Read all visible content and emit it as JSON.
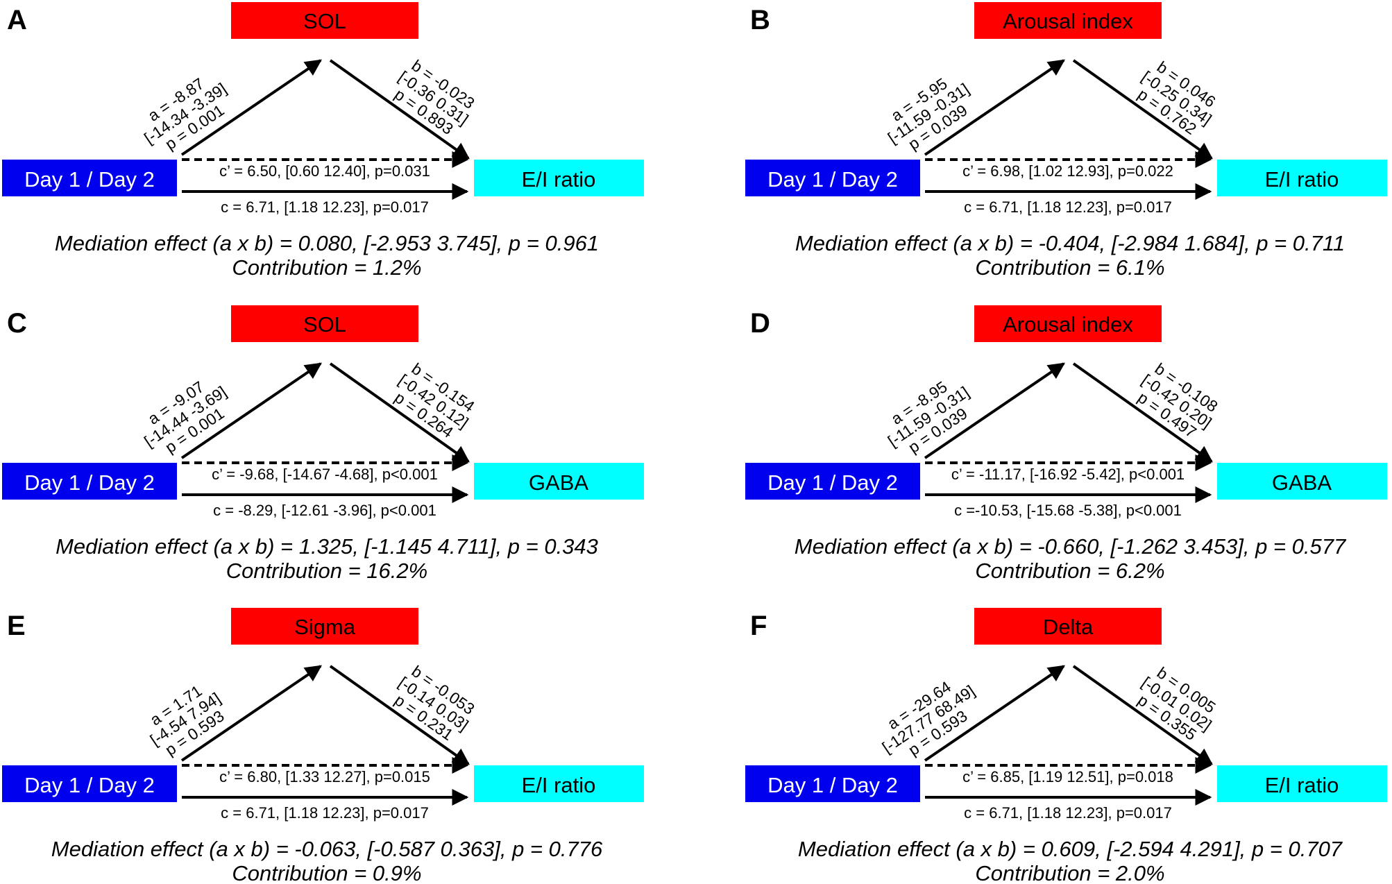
{
  "panels": [
    {
      "letter": "A",
      "mediator": "SOL",
      "x_label": "Day 1 / Day 2",
      "y_label": "E/I ratio",
      "a_path": [
        "a = -8.87",
        "[-14.34 -3.39]",
        "p = 0.001"
      ],
      "b_path": [
        "b = -0.023",
        "[-0.36 0.31]",
        "p = 0.893"
      ],
      "c_prime": "c’ = 6.50, [0.60 12.40], p=0.031",
      "c": "c = 6.71, [1.18 12.23], p=0.017",
      "mediation": "Mediation effect (a x b) = 0.080, [-2.953 3.745], p = 0.961",
      "contribution": "Contribution = 1.2%"
    },
    {
      "letter": "B",
      "mediator": "Arousal index",
      "x_label": "Day 1 / Day 2",
      "y_label": "E/I ratio",
      "a_path": [
        "a = -5.95",
        "[-11.59 -0.31]",
        "p = 0.039"
      ],
      "b_path": [
        "b = 0.046",
        "[-0.25 0.34]",
        "p = 0.762"
      ],
      "c_prime": "c’ = 6.98, [1.02 12.93], p=0.022",
      "c": "c = 6.71, [1.18 12.23], p=0.017",
      "mediation": "Mediation effect (a x b) = -0.404, [-2.984 1.684], p = 0.711",
      "contribution": "Contribution = 6.1%"
    },
    {
      "letter": "C",
      "mediator": "SOL",
      "x_label": "Day 1 / Day 2",
      "y_label": "GABA",
      "a_path": [
        "a = -9.07",
        "[-14.44 -3.69]",
        "p = 0.001"
      ],
      "b_path": [
        "b = -0.154",
        "[-0.42 0.12]",
        "p = 0.264"
      ],
      "c_prime": "c’ = -9.68, [-14.67 -4.68], p<0.001",
      "c": "c = -8.29, [-12.61 -3.96], p<0.001",
      "mediation": "Mediation effect (a x b) = 1.325, [-1.145 4.711], p = 0.343",
      "contribution": "Contribution = 16.2%"
    },
    {
      "letter": "D",
      "mediator": "Arousal index",
      "x_label": "Day 1 / Day 2",
      "y_label": "GABA",
      "a_path": [
        "a = -8.95",
        "[-11.59 -0.31]",
        "p = 0.039"
      ],
      "b_path": [
        "b = -0.108",
        "[-0.42 0.20]",
        "p = 0.497"
      ],
      "c_prime": "c’ = -11.17, [-16.92 -5.42], p<0.001",
      "c": "c =-10.53, [-15.68 -5.38], p<0.001",
      "mediation": "Mediation effect (a x b) = -0.660, [-1.262 3.453], p = 0.577",
      "contribution": "Contribution = 6.2%"
    },
    {
      "letter": "E",
      "mediator": "Sigma",
      "x_label": "Day 1 / Day 2",
      "y_label": "E/I ratio",
      "a_path": [
        "a = 1.71",
        "[-4.54 7.94]",
        "p = 0.593"
      ],
      "b_path": [
        "b = -0.053",
        "[-0.14 0.03]",
        "p = 0.231"
      ],
      "c_prime": "c’ = 6.80, [1.33 12.27], p=0.015",
      "c": "c = 6.71, [1.18 12.23], p=0.017",
      "mediation": "Mediation effect (a x b) = -0.063, [-0.587 0.363], p = 0.776",
      "contribution": "Contribution = 0.9%"
    },
    {
      "letter": "F",
      "mediator": "Delta",
      "x_label": "Day 1 / Day 2",
      "y_label": "E/I ratio",
      "a_path": [
        "a = -29.64",
        "[-127.77 68.49]",
        "p = 0.593"
      ],
      "b_path": [
        "b = 0.005",
        "[-0.01 0.02]",
        "p = 0.355"
      ],
      "c_prime": "c’ = 6.85, [1.19 12.51], p=0.018",
      "c": "c = 6.71, [1.18 12.23], p=0.017",
      "mediation": "Mediation effect (a x b) = 0.609, [-2.594 4.291], p = 0.707",
      "contribution": "Contribution = 2.0%"
    }
  ],
  "colors": {
    "mediator_box": "#ff0000",
    "x_box": "#0000ee",
    "x_text": "#ffffff",
    "y_box": "#00ffff",
    "text": "#000000",
    "lines": "#000000"
  }
}
